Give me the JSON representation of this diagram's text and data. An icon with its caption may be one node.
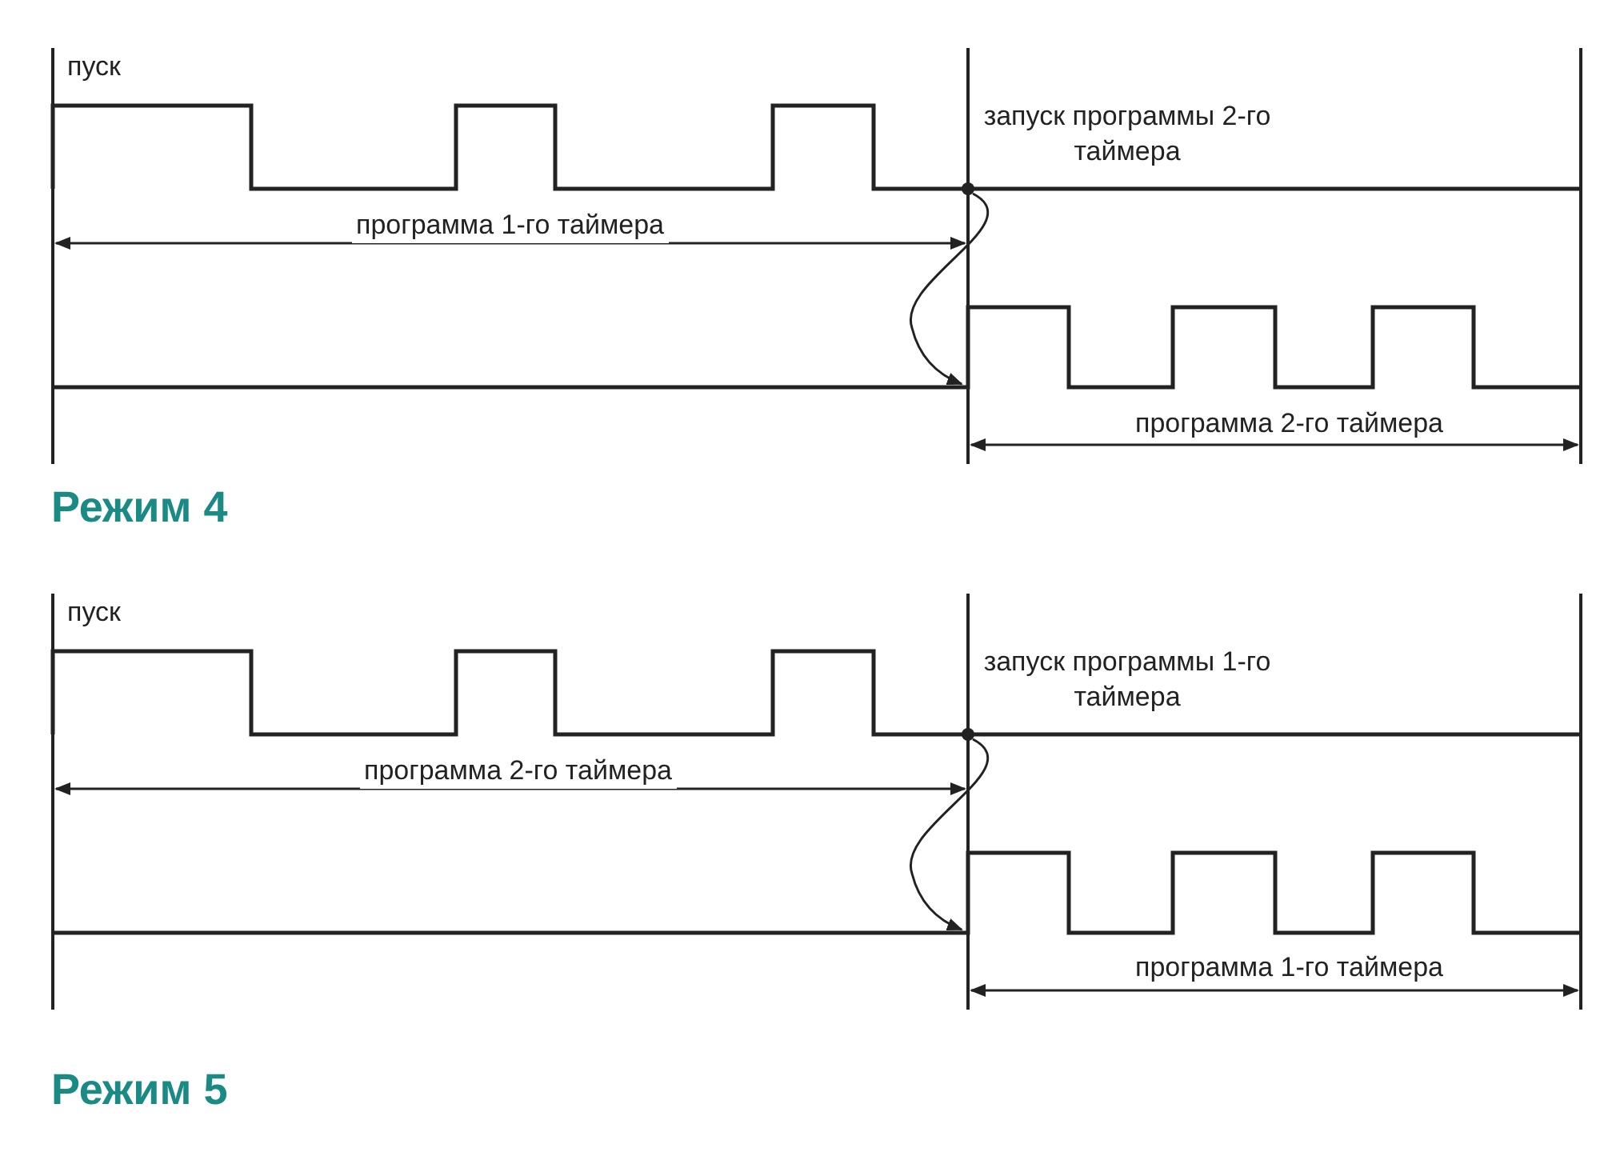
{
  "diagram": {
    "nodes": [
      {
        "text": [],
        "shape": "circle"
      },
      {
        "text": [],
        "shape": "circle"
      }
    ],
    "edges": [
      {
        "from": 0,
        "to": null,
        "arrow": "to"
      },
      {
        "from": 1,
        "to": null,
        "arrow": "to"
      }
    ],
    "labels": [
      "пуск",
      "запуск программы 2-го таймера",
      "программа 1-го таймера",
      "программа 2-го таймера",
      "Режим 4",
      "пуск",
      "запуск программы 1-го таймера",
      "программа 2-го таймера",
      "программа 1-го таймера",
      "Режим 5"
    ]
  }
}
